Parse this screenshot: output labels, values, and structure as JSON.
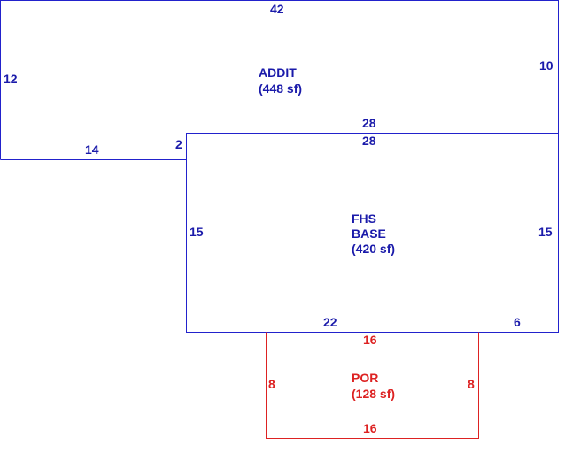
{
  "areas": {
    "addit": {
      "name": "ADDIT",
      "area": "(448 sf)",
      "dims": {
        "top": "42",
        "left": "12",
        "right": "10",
        "bottom_left": "14",
        "step": "2",
        "bottom_right": "28"
      },
      "color": "#2222cc"
    },
    "base": {
      "name_line1": "FHS",
      "name_line2": "BASE",
      "area": "(420 sf)",
      "dims": {
        "top": "28",
        "left": "15",
        "right": "15",
        "bottom_left": "22",
        "bottom_right": "6"
      },
      "color": "#2222cc"
    },
    "porch": {
      "name": "POR",
      "area": "(128 sf)",
      "dims": {
        "top": "16",
        "left": "8",
        "right": "8",
        "bottom": "16"
      },
      "color": "#dd2222"
    }
  }
}
